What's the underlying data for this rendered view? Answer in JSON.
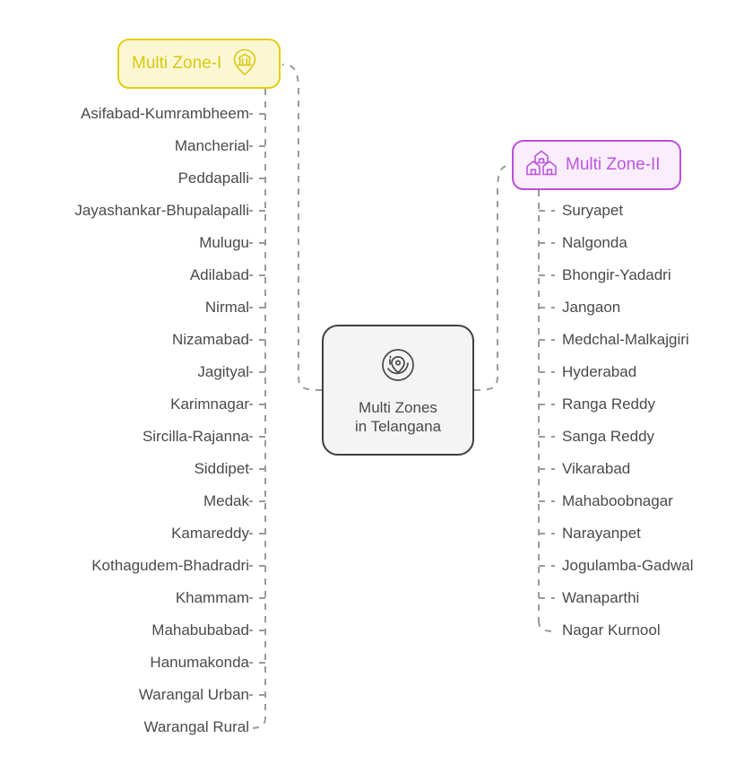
{
  "diagram": {
    "type": "mindmap",
    "root": {
      "label": "Multi Zones\nin Telangana",
      "icon": "location-circle-icon",
      "border_color": "#3f3f3f",
      "fill_color": "#f4f4f4"
    },
    "branches": [
      {
        "id": "zone-1",
        "label": "Multi Zone-I",
        "icon": "bank-pin-icon",
        "side": "left",
        "accent_color": "#d9c80f",
        "border_color": "#e0cf12",
        "fill_color": "#fcf7d3",
        "items": [
          "Asifabad-Kumrambheem",
          "Mancherial",
          "Peddapalli",
          "Jayashankar-Bhupalapalli",
          "Mulugu",
          "Adilabad",
          "Nirmal",
          "Nizamabad",
          "Jagityal",
          "Karimnagar",
          "Sircilla-Rajanna",
          "Siddipet",
          "Medak",
          "Kamareddy",
          "Kothagudem-Bhadradri",
          "Khammam",
          "Mahabubabad",
          "Hanumakonda",
          "Warangal Urban",
          "Warangal Rural"
        ]
      },
      {
        "id": "zone-2",
        "label": "Multi Zone-II",
        "icon": "village-houses-icon",
        "side": "right",
        "accent_color": "#bb56e0",
        "border_color": "#c04ddb",
        "fill_color": "#fbeefc",
        "items": [
          "Suryapet",
          "Nalgonda",
          "Bhongir-Yadadri",
          "Jangaon",
          "Medchal-Malkajgiri",
          "Hyderabad",
          "Ranga Reddy",
          "Sanga Reddy",
          "Vikarabad",
          "Mahaboobnagar",
          "Narayanpet",
          "Jogulamba-Gadwal",
          "Wanaparthi",
          "Nagar Kurnool"
        ]
      }
    ],
    "connector_color": "#9a9a9a"
  }
}
